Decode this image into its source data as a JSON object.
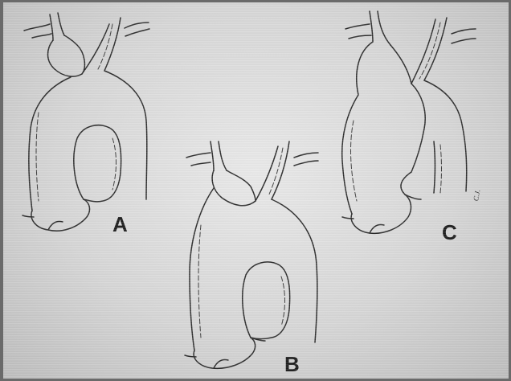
{
  "figure": {
    "panels": [
      {
        "id": "A",
        "label": "A"
      },
      {
        "id": "B",
        "label": "B"
      },
      {
        "id": "C",
        "label": "C"
      }
    ],
    "signature": "C.J."
  }
}
